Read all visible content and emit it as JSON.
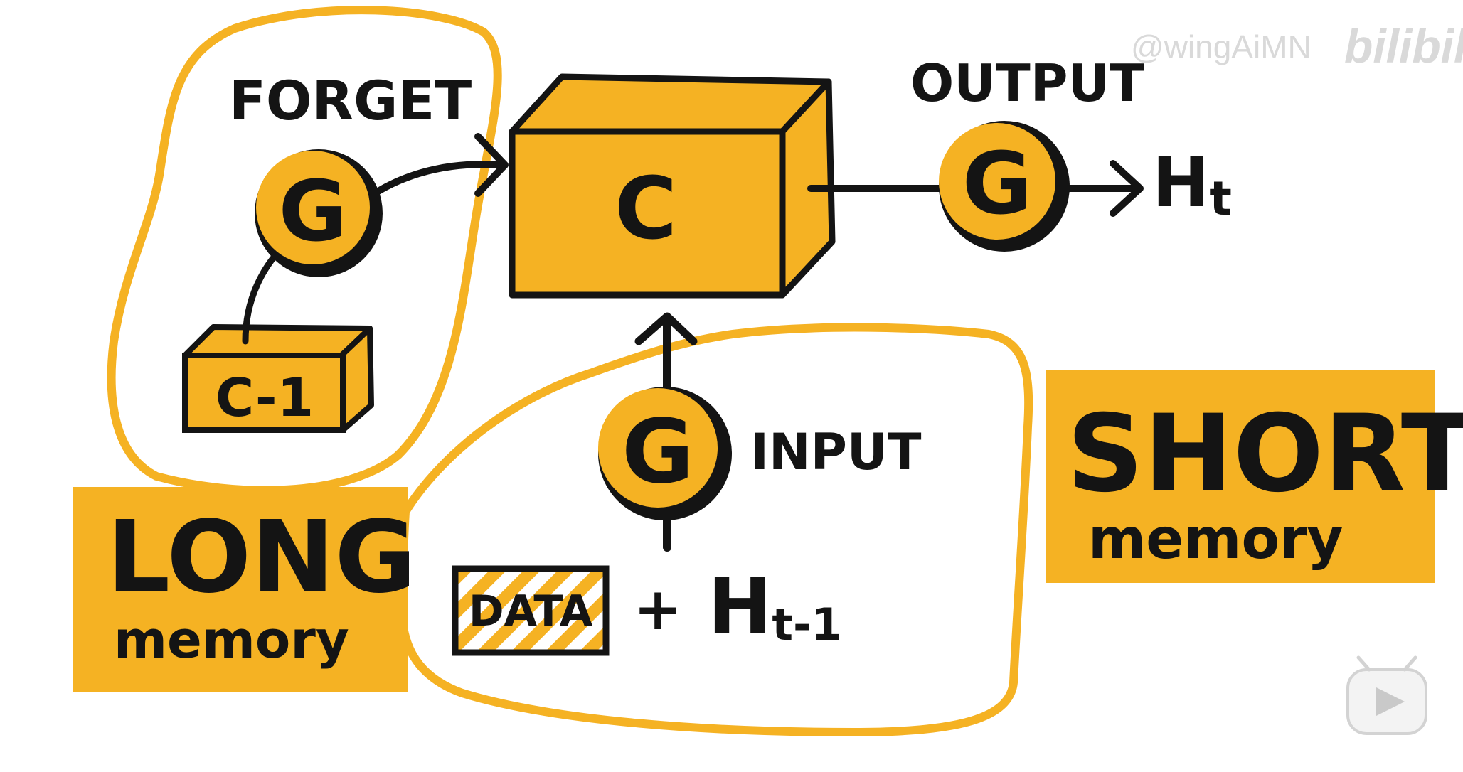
{
  "labels": {
    "forget": "FORGET",
    "output": "OUTPUT",
    "input": "INPUT",
    "cell": "C",
    "prev_cell": "C-1",
    "output_h": "H",
    "output_h_sub": "t",
    "input_h": "H",
    "input_h_sub": "t-1",
    "plus": "+",
    "data": "DATA",
    "long_title": "LONG",
    "long_sub": "memory",
    "short_title": "SHORT",
    "short_sub": "memory"
  },
  "gates": {
    "forget_letter": "G",
    "output_letter": "G",
    "input_letter": "G"
  },
  "watermark": {
    "site": "bilibili",
    "user": "@wingAiMN"
  },
  "colors": {
    "accent": "#F5B223",
    "ink": "#141414",
    "background": "#FFFFFF"
  },
  "icons": {
    "play": "play-icon"
  }
}
